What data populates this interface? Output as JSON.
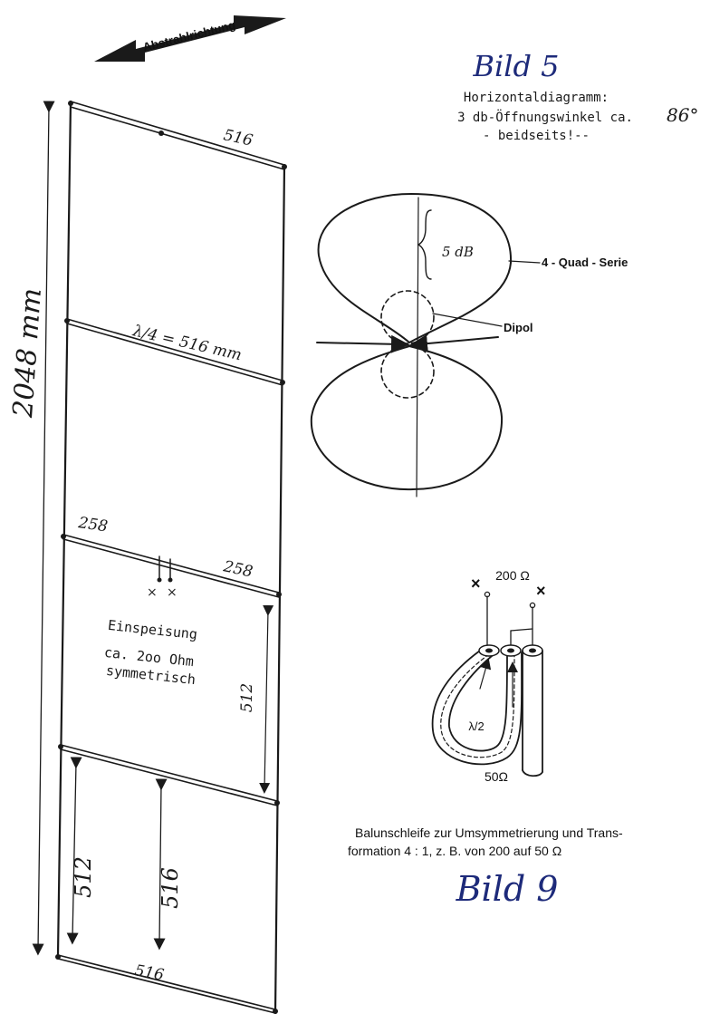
{
  "direction_label": "Abstrahlrichtung",
  "antenna": {
    "total_height": "2048 mm",
    "quarter_wave": "λ/4 = 516 mm",
    "top_width": "516",
    "feed_left": "258",
    "feed_right": "258",
    "feed_text_1": "Einspeisung",
    "feed_text_2": "ca. 2oo Ohm",
    "feed_text_3": "symmetrisch",
    "side_512": "512",
    "bottom_left_512": "512",
    "bottom_mid_516": "516",
    "bottom_width": "516"
  },
  "figure5": {
    "title": "Bild 5",
    "line1": "Horizontaldiagramm:",
    "line2": "3 db-Öffnungswinkel ca.",
    "angle": "86°",
    "line3": "- beidseits!--"
  },
  "pattern": {
    "db_label": "5  dB",
    "label_quad": "4 - Quad - Serie",
    "label_dipol": "Dipol"
  },
  "balun": {
    "impedance_top": "200 Ω",
    "impedance_bottom": "50Ω",
    "lambda": "λ/2",
    "caption_1": "Balunschleife zur Umsymmetrierung und Trans-",
    "caption_2": "formation 4 : 1, z. B. von 200 auf 50 Ω",
    "title": "Bild 9"
  }
}
